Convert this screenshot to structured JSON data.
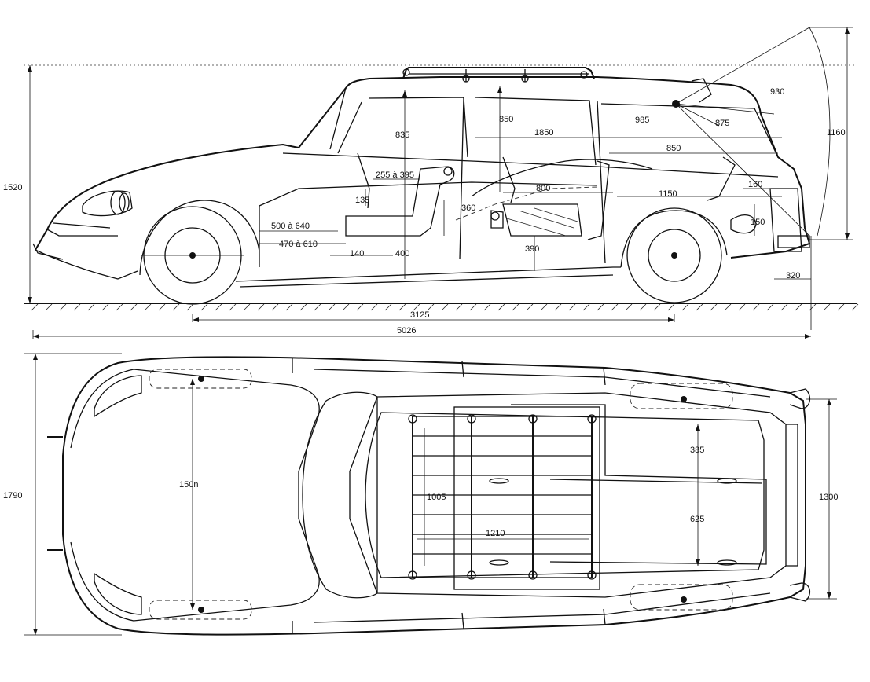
{
  "side_view": {
    "dims": {
      "height_total": "1520",
      "roof_height": "835",
      "roof_rear": "850",
      "cargo_length": "1850",
      "rear_seat_to_tail": "850",
      "seat_adjust": "255 à 395",
      "seat_height": "135",
      "seat_reach_1": "500 à 640",
      "seat_reach_2": "470 à 610",
      "floor_140": "140",
      "floor_400": "400",
      "seat_360": "360",
      "seat_800": "800",
      "floor_390": "390",
      "load_1150": "1150",
      "step_160": "160",
      "step_150": "150",
      "overhang_rear": "320",
      "tailgate_930": "930",
      "tailgate_985": "985",
      "tailgate_875": "875",
      "tailgate_height": "1160",
      "wheelbase": "3125",
      "length_total": "5026"
    }
  },
  "top_view": {
    "dims": {
      "width_total": "1790",
      "track_front": "150n",
      "rack_length": "1005",
      "rack_width": "1210",
      "cargo_385": "385",
      "cargo_625": "625",
      "rear_track": "1300"
    }
  }
}
